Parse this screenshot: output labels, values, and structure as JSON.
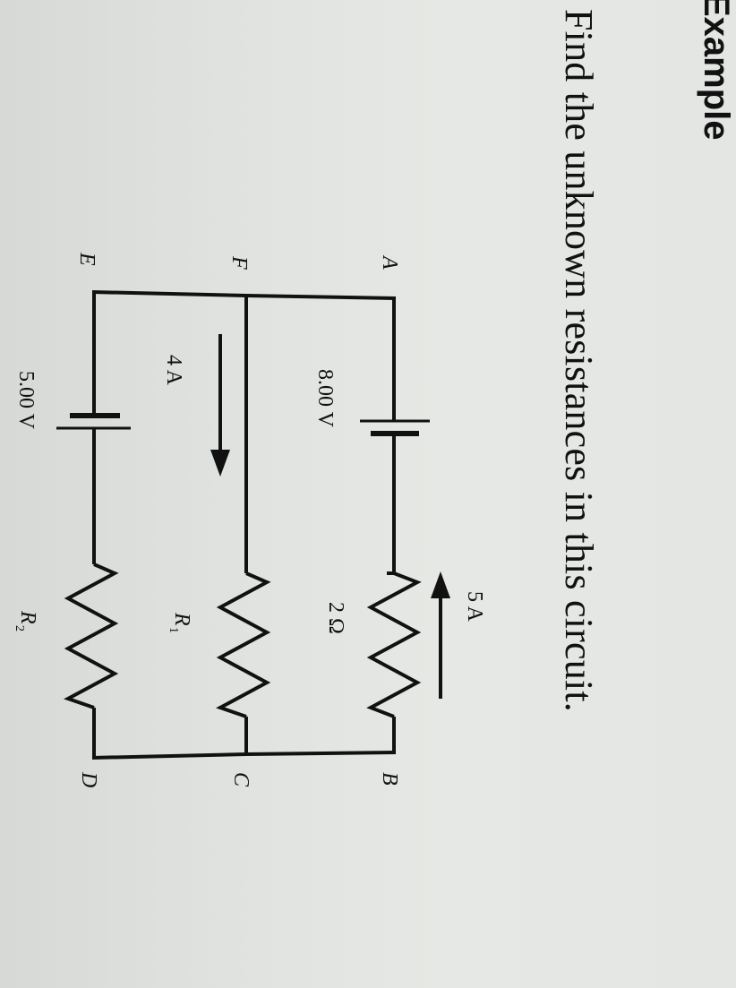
{
  "heading": "Example",
  "prompt": "Find the unknown resistances in this circuit.",
  "circuit": {
    "nodes": {
      "A": "A",
      "B": "B",
      "C": "C",
      "D": "D",
      "E": "E",
      "F": "F"
    },
    "top_branch": {
      "battery_label": "8.00 V",
      "resistor_label": "2 Ω",
      "current_label": "5 A",
      "current_direction": "toward A"
    },
    "middle_branch": {
      "resistor_label": "R",
      "resistor_subscript": "1",
      "current_label": "4 A",
      "current_direction": "toward C"
    },
    "bottom_branch": {
      "battery_label": "5.00 V",
      "resistor_label": "R",
      "resistor_subscript": "2"
    }
  },
  "colors": {
    "ink": "#111111",
    "paper": "#e2e5e2"
  }
}
